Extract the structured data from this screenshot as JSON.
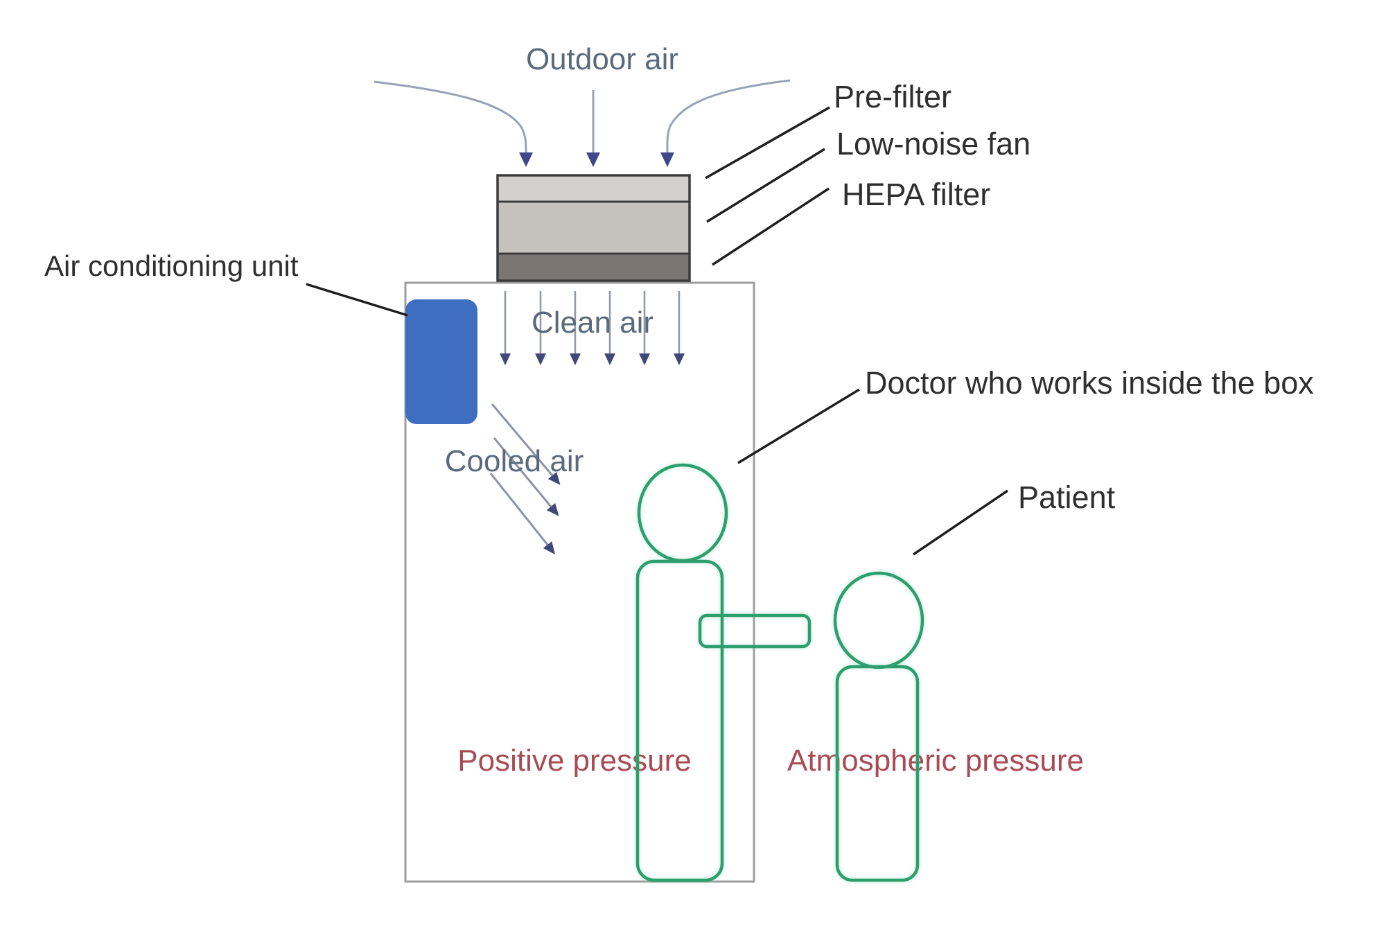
{
  "diagram": {
    "labels": {
      "outdoor_air": "Outdoor air",
      "pre_filter": "Pre-filter",
      "low_noise_fan": "Low-noise fan",
      "hepa_filter": "HEPA filter",
      "air_conditioning_unit": "Air conditioning unit",
      "clean_air": "Clean air",
      "cooled_air": "Cooled air",
      "doctor": "Doctor who works inside the box",
      "patient": "Patient",
      "positive_pressure": "Positive pressure",
      "atmospheric_pressure": "Atmospheric pressure"
    },
    "colors": {
      "air_flow_text": "#5a6a7c",
      "annotation_text": "#2f2f2f",
      "pressure_text": "#a84b55",
      "figure_outline_green": "#2d9e6e",
      "ac_unit_blue": "#3d6ec0",
      "box_outline_gray": "#9e9e9e",
      "filter_unit_outline": "#3c3c3c",
      "pre_filter_fill": "#d3d1cf",
      "fan_fill": "#c5c2be",
      "hepa_filter_fill": "#7b7672",
      "arrow_stem_gray": "#8e96a8",
      "arrow_head_navy": "#41478b",
      "pointer_line_black": "#1e1e1e"
    }
  }
}
